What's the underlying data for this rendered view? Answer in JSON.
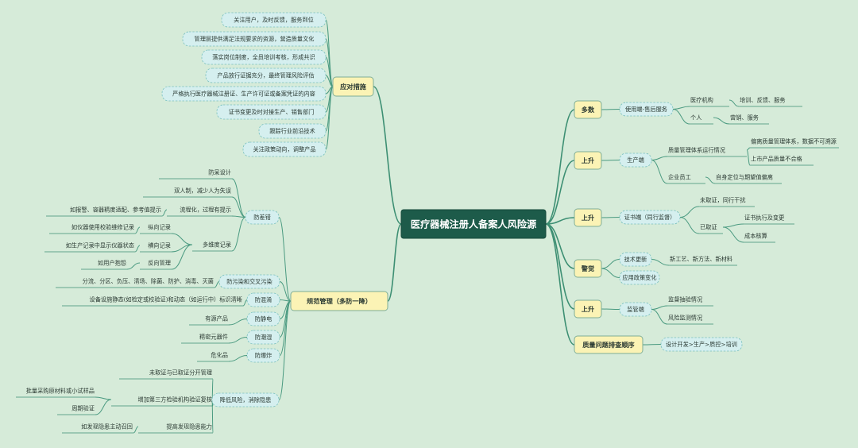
{
  "central": "医疗器械注册人备案人风险源",
  "left": [
    {
      "label": "应对措施",
      "children": [
        {
          "label": "关注用户，及时反馈，服务到位"
        },
        {
          "label": "管理层提供满足法规要求的资源，营造质量文化"
        },
        {
          "label": "落实岗位制度，全员培训考核，形成共识"
        },
        {
          "label": "产品放行证据充分，最终管理风险评估"
        },
        {
          "label": "严格执行医疗器械注册证、生产许可证或备案凭证的内容"
        },
        {
          "label": "证书变更及时对接生产、销售部门"
        },
        {
          "label": "跟踪行业前沿技术"
        },
        {
          "label": "关注政策动向，调整产品"
        }
      ]
    },
    {
      "label": "规范管理（多防一降）",
      "children": [
        {
          "label": "防差错",
          "children": [
            {
              "label": "防呆设计"
            },
            {
              "label": "双人制，减少人为失误"
            },
            {
              "label": "流程化，过程有提示",
              "children": [
                {
                  "label": "如报警、容器精度适配、参考值提示"
                }
              ]
            },
            {
              "label": "多维度记录",
              "children": [
                {
                  "label": "纵向记录",
                  "children": [
                    {
                      "label": "如仪器使用校验维修记录"
                    }
                  ]
                },
                {
                  "label": "横向记录",
                  "children": [
                    {
                      "label": "如生产记录中显示仪器状态"
                    }
                  ]
                },
                {
                  "label": "反向管理",
                  "children": [
                    {
                      "label": "如用户抱怨"
                    }
                  ]
                }
              ]
            }
          ]
        },
        {
          "label": "防污染和交叉污染",
          "children": [
            {
              "label": "分流、分区、负压、清场、除菌、防护、消毒、灭菌"
            }
          ]
        },
        {
          "label": "防混淆",
          "children": [
            {
              "label": "设备设施静态(如检定或校验证)和动态（如运行中）标识清晰"
            }
          ]
        },
        {
          "label": "防静电",
          "children": [
            {
              "label": "有源产品"
            }
          ]
        },
        {
          "label": "防潮湿",
          "children": [
            {
              "label": "精密元器件"
            }
          ]
        },
        {
          "label": "防爆炸",
          "children": [
            {
              "label": "危化品"
            }
          ]
        },
        {
          "label": "降低风险，消除隐患",
          "children": [
            {
              "label": "未取证与已取证分开管理"
            },
            {
              "label": "增加第三方检验机构验证复核",
              "children": [
                {
                  "label": "批量采购原材料或小试样品"
                },
                {
                  "label": "周期验证"
                }
              ]
            },
            {
              "label": "提高发现隐患能力",
              "children": [
                {
                  "label": "如发现隐患主动召回"
                }
              ]
            }
          ]
        }
      ]
    }
  ],
  "right": [
    {
      "label": "多数",
      "children": [
        {
          "label": "使用端-售后服务",
          "children": [
            {
              "label": "医疗机构",
              "children": [
                {
                  "label": "培训、反馈、服务"
                }
              ]
            },
            {
              "label": "个人",
              "children": [
                {
                  "label": "营销、服务"
                }
              ]
            }
          ]
        }
      ]
    },
    {
      "label": "上升",
      "children": [
        {
          "label": "生产端",
          "children": [
            {
              "label": "质量管理体系运行情况",
              "children": [
                {
                  "label": "偏离质量管理体系，数据不可溯源"
                },
                {
                  "label": "上市产品质量不合格"
                }
              ]
            },
            {
              "label": "企业员工",
              "children": [
                {
                  "label": "自身定位与期望值偏离"
                }
              ]
            }
          ]
        }
      ]
    },
    {
      "label": "上升",
      "children": [
        {
          "label": "证书端（同行监督）",
          "children": [
            {
              "label": "未取证，同行干扰"
            },
            {
              "label": "已取证",
              "children": [
                {
                  "label": "证书执行及变更"
                },
                {
                  "label": "成本核算"
                }
              ]
            }
          ]
        }
      ]
    },
    {
      "label": "警觉",
      "children": [
        {
          "label": "技术更新",
          "children": [
            {
              "label": "新工艺、新方法、新材料"
            }
          ]
        },
        {
          "label": "应用政策变化"
        }
      ]
    },
    {
      "label": "上升",
      "children": [
        {
          "label": "监管端",
          "children": [
            {
              "label": "监督抽验情况"
            },
            {
              "label": "风险监测情况"
            }
          ]
        }
      ]
    },
    {
      "label": "质量问题排查顺序",
      "children": [
        {
          "label": "设计开发>生产>质控>培训"
        }
      ]
    }
  ]
}
